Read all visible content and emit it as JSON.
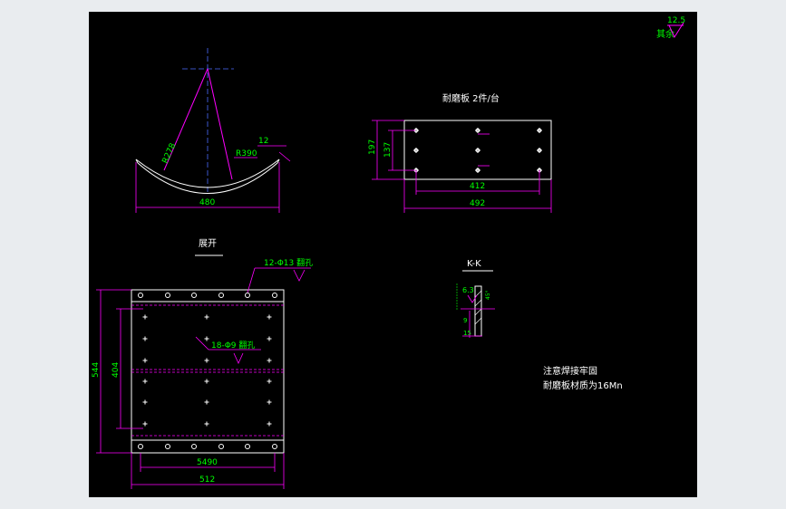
{
  "colors": {
    "background": "#000000",
    "canvas": "#e9ecef",
    "line": "#ffffff",
    "dimension": "#ff00ff",
    "text_green": "#00ff00",
    "center": "#4a6cff"
  },
  "roughness": {
    "value": "12.5",
    "label": "其余"
  },
  "arc_view": {
    "r_inner": "R278",
    "r_outer": "R390",
    "thickness": "12",
    "width": "480"
  },
  "plate_view": {
    "title": "耐磨板 2件/台",
    "height_outer": "197",
    "height_inner": "137",
    "width_inner": "412",
    "width_outer": "492"
  },
  "section": {
    "title": "K-K",
    "weld": "6.3",
    "d1": "9",
    "d2": "15",
    "side": "45°"
  },
  "unfold_view": {
    "title": "展开",
    "callout_top": "12-Φ13 翻孔",
    "callout_mid": "18-Φ9 翻孔",
    "height_outer": "544",
    "height_inner": "404",
    "width_inner": "5490",
    "width_outer": "512"
  },
  "notes": [
    "注意焊接牢固",
    "耐磨板材质为16Mn"
  ]
}
